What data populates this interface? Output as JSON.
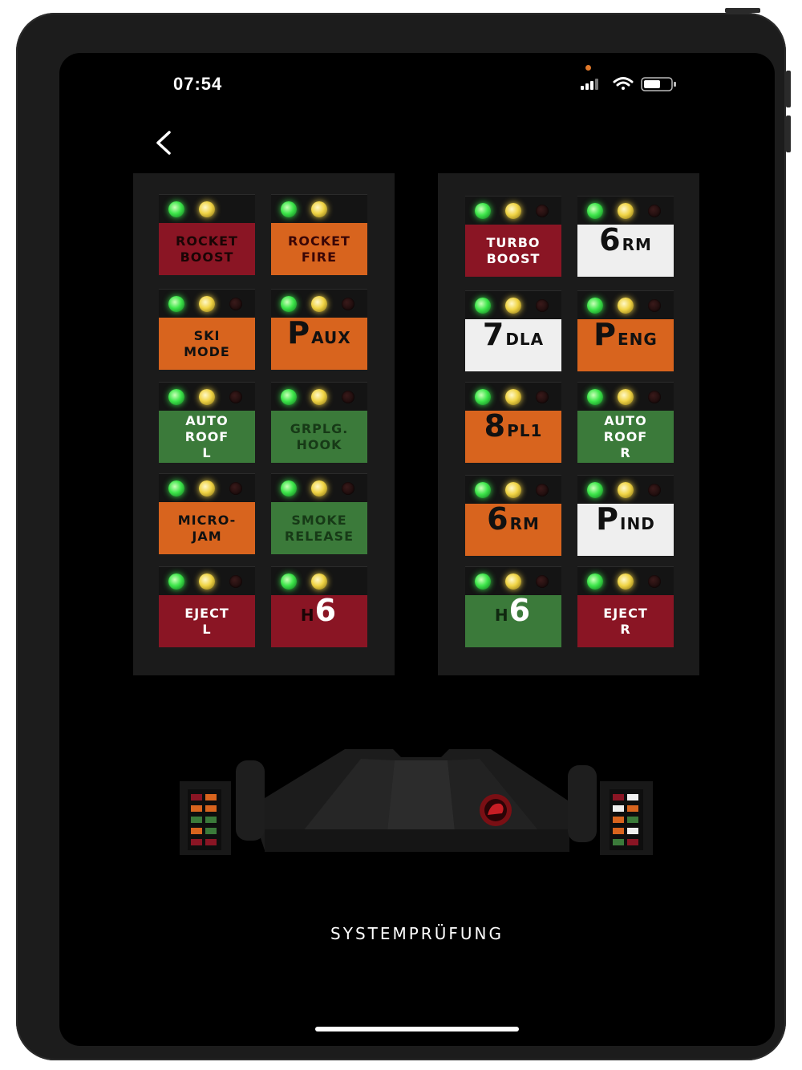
{
  "status_bar": {
    "time": "07:54",
    "icons": [
      "signal-icon",
      "wifi-icon",
      "battery-icon"
    ]
  },
  "nav": {
    "back_icon": "chevron-left-icon"
  },
  "left_panel": {
    "tiles": [
      {
        "lines": [
          "ROCKET",
          "BOOST"
        ],
        "color": "#8a1524"
      },
      {
        "lines": [
          "ROCKET",
          "FIRE"
        ],
        "color": "#d8641e"
      },
      {
        "lines": [
          "SKI",
          "MODE"
        ],
        "color": "#d8641e"
      },
      {
        "big": "P",
        "small": "AUX",
        "color": "#d8641e"
      },
      {
        "lines": [
          "AUTO",
          "ROOF",
          "L"
        ],
        "color": "#3b7a3a"
      },
      {
        "lines": [
          "GRPLG.",
          "HOOK"
        ],
        "color": "#3b7a3a"
      },
      {
        "lines": [
          "MICRO-",
          "JAM"
        ],
        "color": "#d8641e"
      },
      {
        "lines": [
          "SMOKE",
          "RELEASE"
        ],
        "color": "#3b7a3a"
      },
      {
        "lines": [
          "EJECT",
          "L"
        ],
        "color": "#8a1524"
      },
      {
        "small": "H",
        "big": "6",
        "color": "#8a1524"
      }
    ]
  },
  "right_panel": {
    "tiles": [
      {
        "lines": [
          "TURBO",
          "BOOST"
        ],
        "color": "#8a1524"
      },
      {
        "big": "6",
        "small": "RM",
        "color": "#efefef"
      },
      {
        "big": "7",
        "small": "DLA",
        "color": "#efefef"
      },
      {
        "big": "P",
        "small": "ENG",
        "color": "#d8641e"
      },
      {
        "big": "8",
        "small": "PL1",
        "color": "#d8641e"
      },
      {
        "lines": [
          "AUTO",
          "ROOF",
          "R"
        ],
        "color": "#3b7a3a"
      },
      {
        "big": "6",
        "small": "RM",
        "color": "#d8641e"
      },
      {
        "big": "P",
        "small": "IND",
        "color": "#efefef"
      },
      {
        "small": "H",
        "big": "6",
        "color": "#3b7a3a"
      },
      {
        "lines": [
          "EJECT",
          "R"
        ],
        "color": "#8a1524"
      }
    ]
  },
  "caption": "SYSTEMPRÜFUNG"
}
